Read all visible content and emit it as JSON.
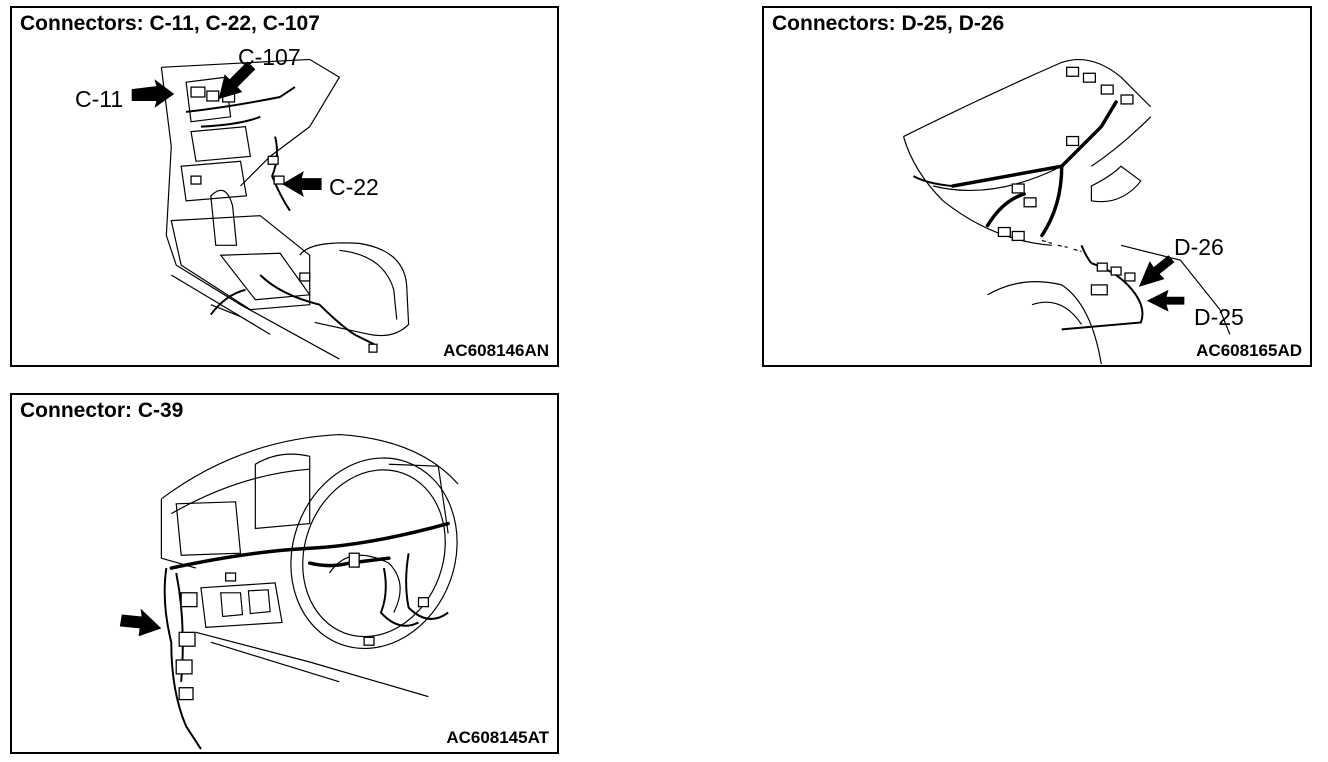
{
  "panels": [
    {
      "title": "Connectors: C-11, C-22, C-107",
      "code": "AC608146AN",
      "labels": {
        "c107": "C-107",
        "c11": "C-11",
        "c22": "C-22"
      }
    },
    {
      "title": "Connectors: D-25, D-26",
      "code": "AC608165AD",
      "labels": {
        "d26": "D-26",
        "d25": "D-25"
      }
    },
    {
      "title": "Connector: C-39",
      "code": "AC608145AT",
      "labels": {}
    }
  ]
}
